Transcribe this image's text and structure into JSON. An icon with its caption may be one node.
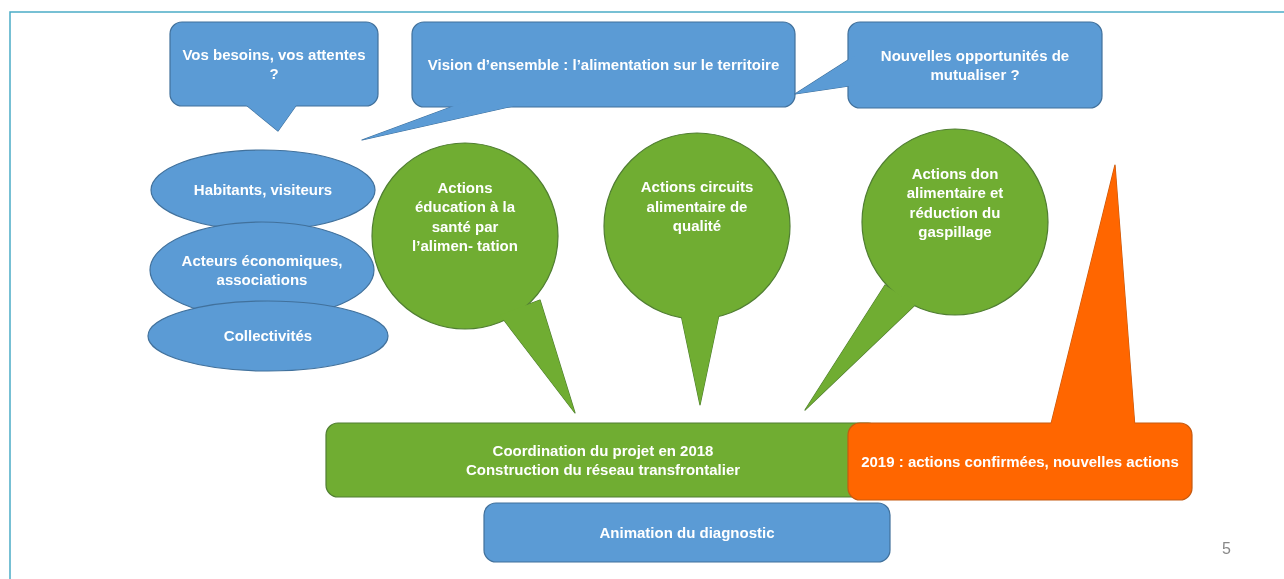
{
  "diagram": {
    "nodes": [
      {
        "text": [
          "Vos besoins, vos attentes ?"
        ]
      },
      {
        "text": [
          "Vision d’ensemble : l’alimentation sur le territoire"
        ]
      },
      {
        "text": [
          "Nouvelles opportunités de mutualiser ?"
        ]
      },
      {
        "text": [
          "Habitants, visiteurs"
        ]
      },
      {
        "text": [
          "Acteurs économiques, associations"
        ]
      },
      {
        "text": [
          "Collectivités"
        ]
      },
      {
        "text": [
          "Actions éducation à la santé par l’alimen- tation"
        ]
      },
      {
        "text": [
          "Actions circuits alimentaire de qualité"
        ]
      },
      {
        "text": [
          "Actions don alimentaire et réduction du gaspillage"
        ]
      },
      {
        "text": [
          "Coordination du projet en 2018",
          "Construction du réseau transfrontalier"
        ]
      },
      {
        "text": [
          "2019 : actions confirmées, nouvelles actions"
        ]
      },
      {
        "text": [
          "Animation du diagnostic"
        ]
      }
    ],
    "labels": [
      "5"
    ]
  }
}
